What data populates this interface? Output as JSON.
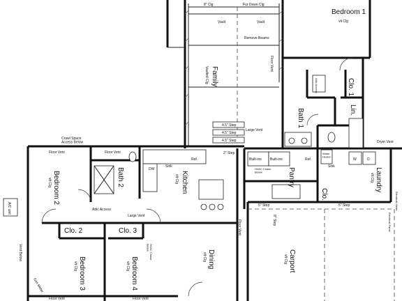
{
  "rooms": {
    "bedroom1": {
      "name": "Bedroom 1",
      "ceiling": "vlt Clg"
    },
    "family": {
      "name": "Family",
      "ceiling": "Vaulted Clg"
    },
    "bath1": {
      "name": "Bath 1"
    },
    "clo1": {
      "name": "Clo. 1"
    },
    "lin": {
      "name": "Lin."
    },
    "bedroom2": {
      "name": "Bedroom 2",
      "ceiling": "vlt Clg"
    },
    "bath2": {
      "name": "Bath 2"
    },
    "kitchen": {
      "name": "Kitchen",
      "ceiling": "vlt Clg"
    },
    "pantry": {
      "name": "Pantry"
    },
    "laundry": {
      "name": "Laundry",
      "ceiling": "vlt Clg"
    },
    "clo2": {
      "name": "Clo. 2"
    },
    "clo3": {
      "name": "Clo. 3"
    },
    "bedroom3": {
      "name": "Bedroom 3",
      "ceiling": "vlt Clg"
    },
    "bedroom4": {
      "name": "Bedroom 4",
      "ceiling": "vlt Clg"
    },
    "dining": {
      "name": "Dining",
      "ceiling": "vlt Clg"
    },
    "carport": {
      "name": "Carport",
      "ceiling": "vlt Clg"
    },
    "clo": {
      "name": "Clo."
    }
  },
  "notes": {
    "fur_down_top_left": "8\" Clg",
    "fur_down": "Fur Down Clg",
    "vault_left": "Vault",
    "vault_right": "Vault",
    "remove_beams": "Remove Beams",
    "floor_vent_family": "Floor Vent",
    "step1": "4.5\" Step",
    "step2": "4.5\" Step",
    "step3": "4.5\" Step",
    "step_kitchen": "2\" Step",
    "large_vent_top": "Large Vent",
    "large_vent_mid": "Large Vent",
    "crawl_space": "Crawl Space\nAccess Below",
    "floor_vent_b2": "Floor Vent",
    "floor_vent_b2b": "Floor Vent",
    "attic_access": "Attic Access",
    "attic_access_bath1": "Attic Access",
    "sink_kitchen": "Sink",
    "ref_kitchen": "Ref.",
    "sink_pantry": "Sink",
    "ref_pantry": "Ref.",
    "dw": "DW",
    "builtins1": "Built-ins",
    "builtins2": "Built-ins",
    "hvac_chase": "HVAC Chase\nBelow",
    "hvac_chase2": "HVAC Chase\nBelow",
    "water_heater": "Water\nHeater",
    "dryer_vent": "Dryer Vent",
    "step_laundry": "5\" Step",
    "step_carport": "5\" Step",
    "step_carport2": "8\" Step",
    "ac_unit": "A/C unit",
    "gas_meter": "Gas Meter",
    "vent_below": "Vent Below",
    "floor_vent_b3": "Floor Vent",
    "floor_vent_b4": "Floor Vent",
    "floor_vent_carport": "Floor Vent",
    "electrical_panel": "Electrical Panel",
    "electrical_meter": "Electrical Meter",
    "w": "W",
    "d": "D"
  }
}
